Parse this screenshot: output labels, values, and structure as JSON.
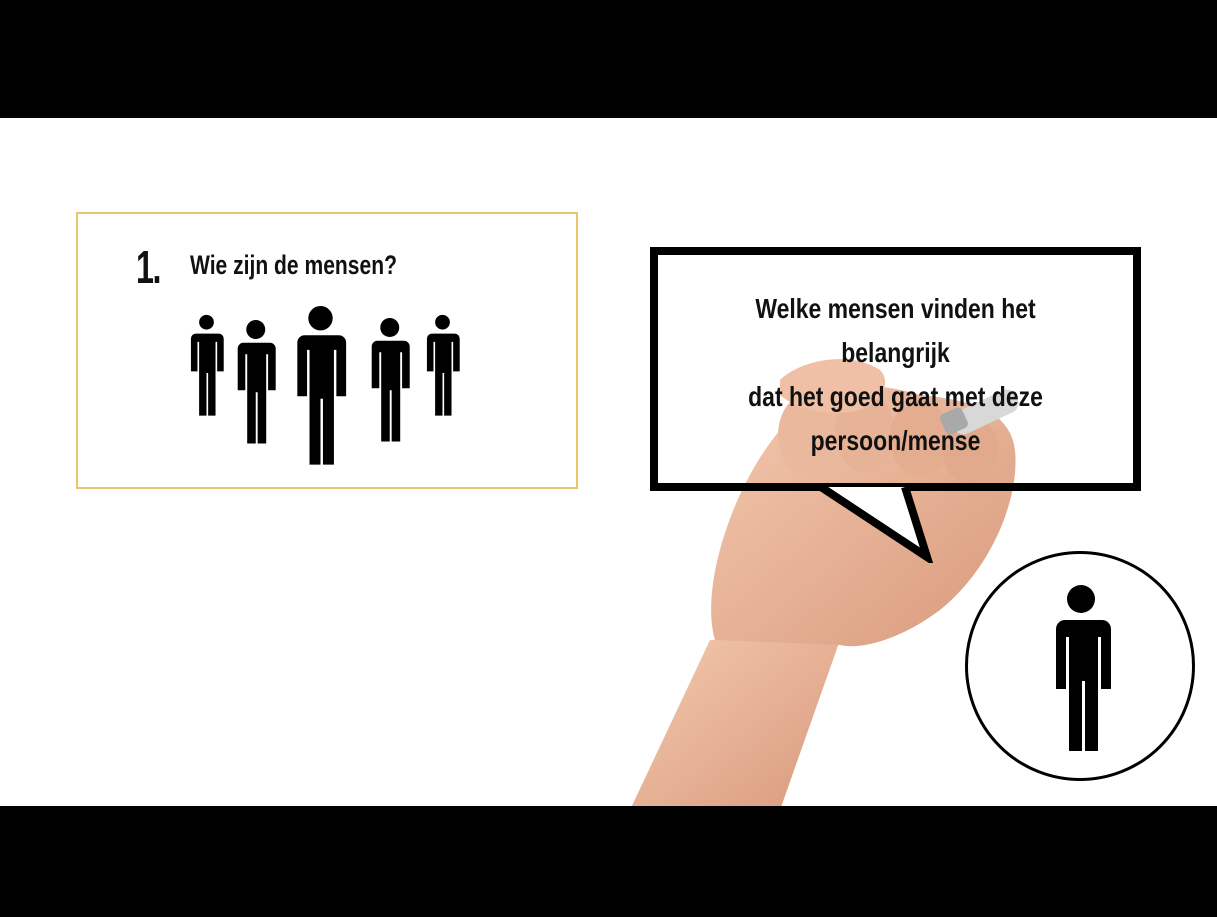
{
  "card": {
    "number": "1.",
    "title": "Wie zijn de mensen?",
    "border_color": "#e8c76a",
    "icons": [
      "person-icon",
      "person-icon",
      "person-icon",
      "person-icon",
      "person-icon"
    ]
  },
  "speech_bubble": {
    "line1": "Welke mensen vinden het belangrijk",
    "line2": "dat het goed gaat met deze",
    "line3": "persoon/mense"
  },
  "circle": {
    "icon": "person-icon"
  }
}
